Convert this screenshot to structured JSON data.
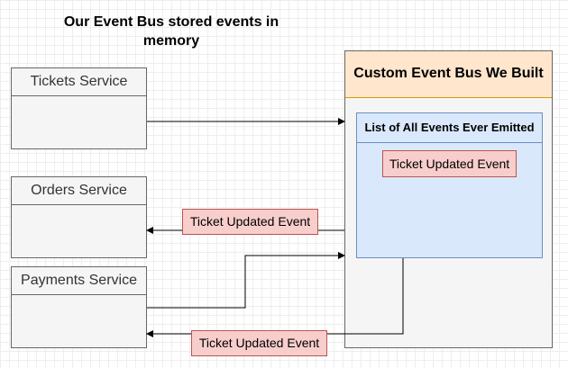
{
  "title": "Our Event Bus stored events in memory",
  "services": {
    "tickets": "Tickets Service",
    "orders": "Orders Service",
    "payments": "Payments Service"
  },
  "bus": {
    "title": "Custom Event Bus We Built",
    "list_title": "List of All Events Ever Emitted",
    "stored_event": "Ticket Updated Event"
  },
  "arrow_labels": {
    "to_orders": "Ticket Updated Event",
    "to_payments": "Ticket Updated Event"
  }
}
